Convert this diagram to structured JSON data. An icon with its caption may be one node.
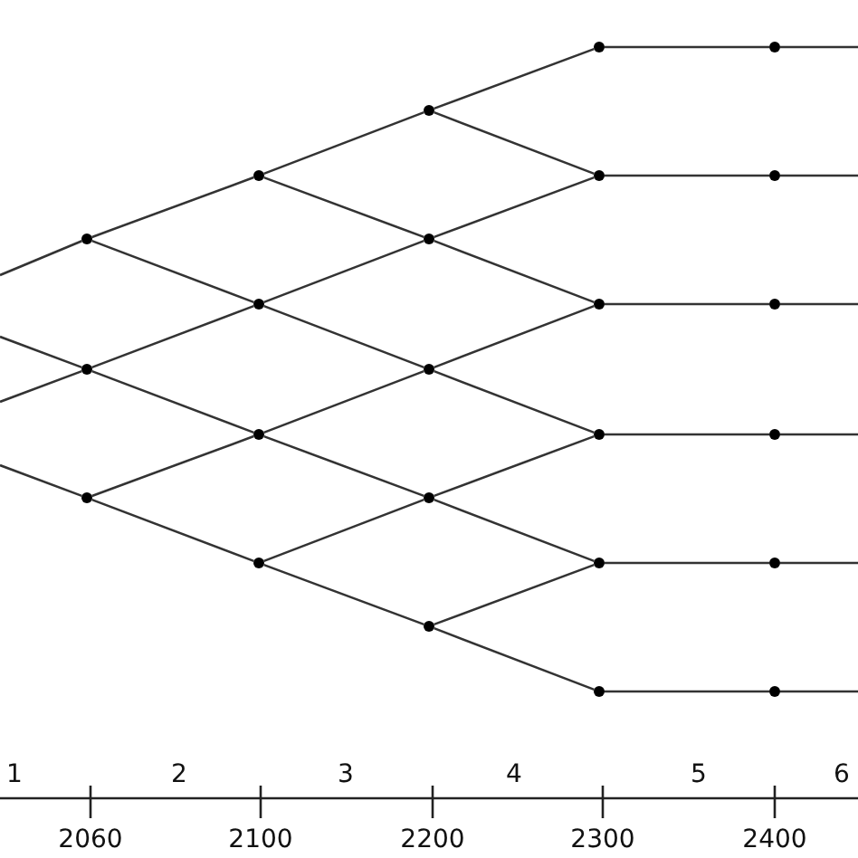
{
  "diagram": {
    "nodes": [
      {
        "text": [],
        "shape": "circle"
      },
      {
        "text": [],
        "shape": "circle"
      },
      {
        "text": [],
        "shape": "circle"
      },
      {
        "text": [],
        "shape": "circle"
      },
      {
        "text": [],
        "shape": "circle"
      },
      {
        "text": [],
        "shape": "circle"
      },
      {
        "text": [],
        "shape": "circle"
      },
      {
        "text": [],
        "shape": "circle"
      },
      {
        "text": [],
        "shape": "circle"
      },
      {
        "text": [],
        "shape": "circle"
      },
      {
        "text": [],
        "shape": "circle"
      },
      {
        "text": [],
        "shape": "circle"
      },
      {
        "text": [],
        "shape": "circle"
      },
      {
        "text": [],
        "shape": "circle"
      },
      {
        "text": [],
        "shape": "circle"
      },
      {
        "text": [],
        "shape": "circle"
      },
      {
        "text": [],
        "shape": "circle"
      },
      {
        "text": [],
        "shape": "circle"
      },
      {
        "text": [],
        "shape": "circle"
      },
      {
        "text": [],
        "shape": "circle"
      },
      {
        "text": [],
        "shape": "circle"
      },
      {
        "text": [],
        "shape": "circle"
      },
      {
        "text": [],
        "shape": "circle"
      },
      {
        "text": [],
        "shape": "circle"
      }
    ],
    "edges": [
      {
        "from": null,
        "to": 0,
        "arrow": "none"
      },
      {
        "from": null,
        "to": 1,
        "arrow": "none"
      },
      {
        "from": null,
        "to": 1,
        "arrow": "none"
      },
      {
        "from": null,
        "to": 2,
        "arrow": "none"
      },
      {
        "from": 0,
        "to": 3,
        "arrow": "none"
      },
      {
        "from": 0,
        "to": 4,
        "arrow": "none"
      },
      {
        "from": 1,
        "to": 4,
        "arrow": "none"
      },
      {
        "from": 1,
        "to": 5,
        "arrow": "none"
      },
      {
        "from": 2,
        "to": 5,
        "arrow": "none"
      },
      {
        "from": 2,
        "to": 6,
        "arrow": "none"
      },
      {
        "from": 3,
        "to": 7,
        "arrow": "none"
      },
      {
        "from": 3,
        "to": 8,
        "arrow": "none"
      },
      {
        "from": 4,
        "to": 8,
        "arrow": "none"
      },
      {
        "from": 4,
        "to": 9,
        "arrow": "none"
      },
      {
        "from": 5,
        "to": 9,
        "arrow": "none"
      },
      {
        "from": 5,
        "to": 10,
        "arrow": "none"
      },
      {
        "from": 6,
        "to": 10,
        "arrow": "none"
      },
      {
        "from": 6,
        "to": 11,
        "arrow": "none"
      },
      {
        "from": 7,
        "to": 12,
        "arrow": "none"
      },
      {
        "from": 7,
        "to": 13,
        "arrow": "none"
      },
      {
        "from": 8,
        "to": 13,
        "arrow": "none"
      },
      {
        "from": 8,
        "to": 14,
        "arrow": "none"
      },
      {
        "from": 9,
        "to": 14,
        "arrow": "none"
      },
      {
        "from": 9,
        "to": 15,
        "arrow": "none"
      },
      {
        "from": 10,
        "to": 15,
        "arrow": "none"
      },
      {
        "from": 10,
        "to": 16,
        "arrow": "none"
      },
      {
        "from": 11,
        "to": 16,
        "arrow": "none"
      },
      {
        "from": 11,
        "to": 17,
        "arrow": "none"
      },
      {
        "from": 12,
        "to": 18,
        "arrow": "none"
      },
      {
        "from": 13,
        "to": 19,
        "arrow": "none"
      },
      {
        "from": 14,
        "to": 20,
        "arrow": "none"
      },
      {
        "from": 15,
        "to": 21,
        "arrow": "none"
      },
      {
        "from": 16,
        "to": 22,
        "arrow": "none"
      },
      {
        "from": 17,
        "to": 23,
        "arrow": "none"
      },
      {
        "from": 18,
        "to": null,
        "arrow": "none"
      },
      {
        "from": 19,
        "to": null,
        "arrow": "none"
      },
      {
        "from": 20,
        "to": null,
        "arrow": "none"
      },
      {
        "from": 21,
        "to": null,
        "arrow": "none"
      },
      {
        "from": 22,
        "to": null,
        "arrow": "none"
      },
      {
        "from": 23,
        "to": null,
        "arrow": "none"
      }
    ],
    "labels": [
      "1",
      "2",
      "3",
      "4",
      "5",
      "6",
      "2060",
      "2100",
      "2200",
      "2300",
      "2400"
    ]
  }
}
